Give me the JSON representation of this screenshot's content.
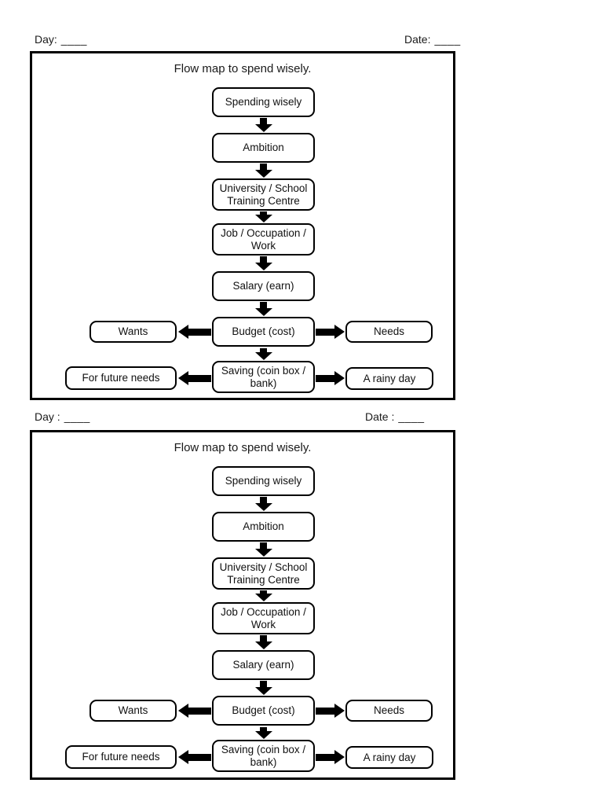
{
  "panels": [
    {
      "day_label": "Day:",
      "day_blank": "____",
      "date_label": "Date:",
      "date_blank": "____",
      "title": "Flow map to spend wisely.",
      "nodes": {
        "spending": "Spending wisely",
        "ambition": "Ambition",
        "university": "University / School Training Centre",
        "job": "Job / Occupation / Work",
        "salary": "Salary (earn)",
        "budget": "Budget (cost)",
        "saving": "Saving (coin box / bank)",
        "wants": "Wants",
        "needs": "Needs",
        "future_needs": "For future needs",
        "rainy_day": "A rainy day"
      }
    },
    {
      "day_label": "Day :",
      "day_blank": "____",
      "date_label": "Date :",
      "date_blank": "____",
      "title": "Flow map to spend wisely.",
      "nodes": {
        "spending": "Spending wisely",
        "ambition": "Ambition",
        "university": "University / School Training Centre",
        "job": "Job / Occupation / Work",
        "salary": "Salary (earn)",
        "budget": "Budget (cost)",
        "saving": "Saving (coin box / bank)",
        "wants": "Wants",
        "needs": "Needs",
        "future_needs": "For future needs",
        "rainy_day": "A rainy day"
      }
    }
  ],
  "diagram_edges": [
    [
      "Spending wisely",
      "Ambition"
    ],
    [
      "Ambition",
      "University / School Training Centre"
    ],
    [
      "University / School Training Centre",
      "Job / Occupation / Work"
    ],
    [
      "Job / Occupation / Work",
      "Salary (earn)"
    ],
    [
      "Salary (earn)",
      "Budget (cost)"
    ],
    [
      "Budget (cost)",
      "Wants"
    ],
    [
      "Budget (cost)",
      "Needs"
    ],
    [
      "Budget (cost)",
      "Saving (coin box / bank)"
    ],
    [
      "Saving (coin box / bank)",
      "For future needs"
    ],
    [
      "Saving (coin box / bank)",
      "A rainy day"
    ]
  ],
  "colors": {
    "ink": "#000000",
    "paper": "#ffffff"
  }
}
